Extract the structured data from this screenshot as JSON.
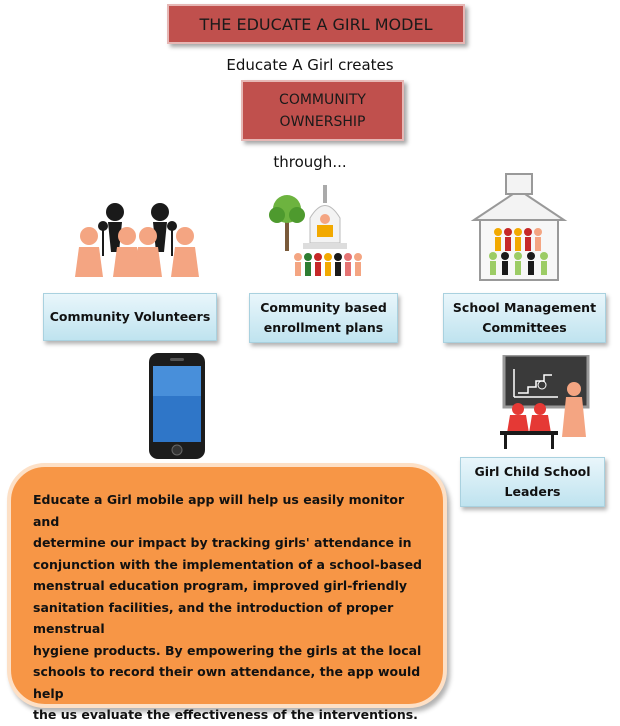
{
  "title": "THE EDUCATE A GIRL MODEL",
  "creates_text": "Educate A Girl creates",
  "ownership": {
    "line1": "COMMUNITY",
    "line2": "OWNERSHIP"
  },
  "through_text": "through...",
  "pillars": [
    {
      "line1": "Community Volunteers",
      "line2": ""
    },
    {
      "line1": "Community based",
      "line2": "enrollment plans"
    },
    {
      "line1": "School Management",
      "line2": "Committees"
    },
    {
      "line1": "Girl Child School",
      "line2": "Leaders"
    }
  ],
  "description": [
    "Educate a Girl mobile app will help us easily monitor and",
    "determine our impact by tracking girls' attendance in",
    "conjunction with the implementation of a school-based",
    "menstrual education program, improved girl-friendly",
    "sanitation facilities, and the introduction of proper menstrual",
    "hygiene products. By empowering the girls at the local",
    "schools to record their own attendance, the app would help",
    "the us evaluate the effectiveness of the interventions."
  ],
  "colors": {
    "red_box": "#c0504d",
    "orange_box": "#f79646",
    "label_box": "#bfe3ef",
    "figure": "#f4a582",
    "dark_figure": "#1a1a1a"
  }
}
